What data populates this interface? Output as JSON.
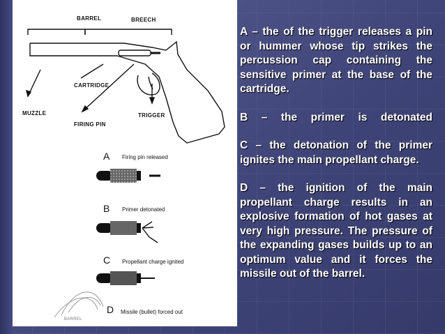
{
  "figure": {
    "labels": {
      "barrel": "BARREL",
      "breech": "BREECH",
      "cartridge": "CARTRIDGE",
      "muzzle": "MUZZLE",
      "trigger": "TRIGGER",
      "firing_pin": "FIRING PIN"
    },
    "steps": [
      {
        "letter": "A",
        "caption": "Firing pin released"
      },
      {
        "letter": "B",
        "caption": "Primer detonated"
      },
      {
        "letter": "C",
        "caption": "Propellant charge ignited"
      },
      {
        "letter": "D",
        "caption": "Missile (bullet) forced out"
      }
    ],
    "barrel_small": "BARREL"
  },
  "text": {
    "para_a": "A – the of the trigger releases a pin or hummer whose tip strikes the percussion cap containing the sensitive primer at the base of the cartridge.",
    "para_b": "B – the primer is detonated",
    "para_c": "C – the detonation of the primer ignites the main propellant charge.",
    "para_d": "D – the ignition of the main propellant charge results in an explosive formation of hot gases at very high pressure. The pressure of the expanding gases builds up to an optimum value and it forces the missile out of the barrel."
  },
  "colors": {
    "background": "#4b4f83",
    "text": "#ffffff",
    "figure_bg": "#ffffff"
  }
}
